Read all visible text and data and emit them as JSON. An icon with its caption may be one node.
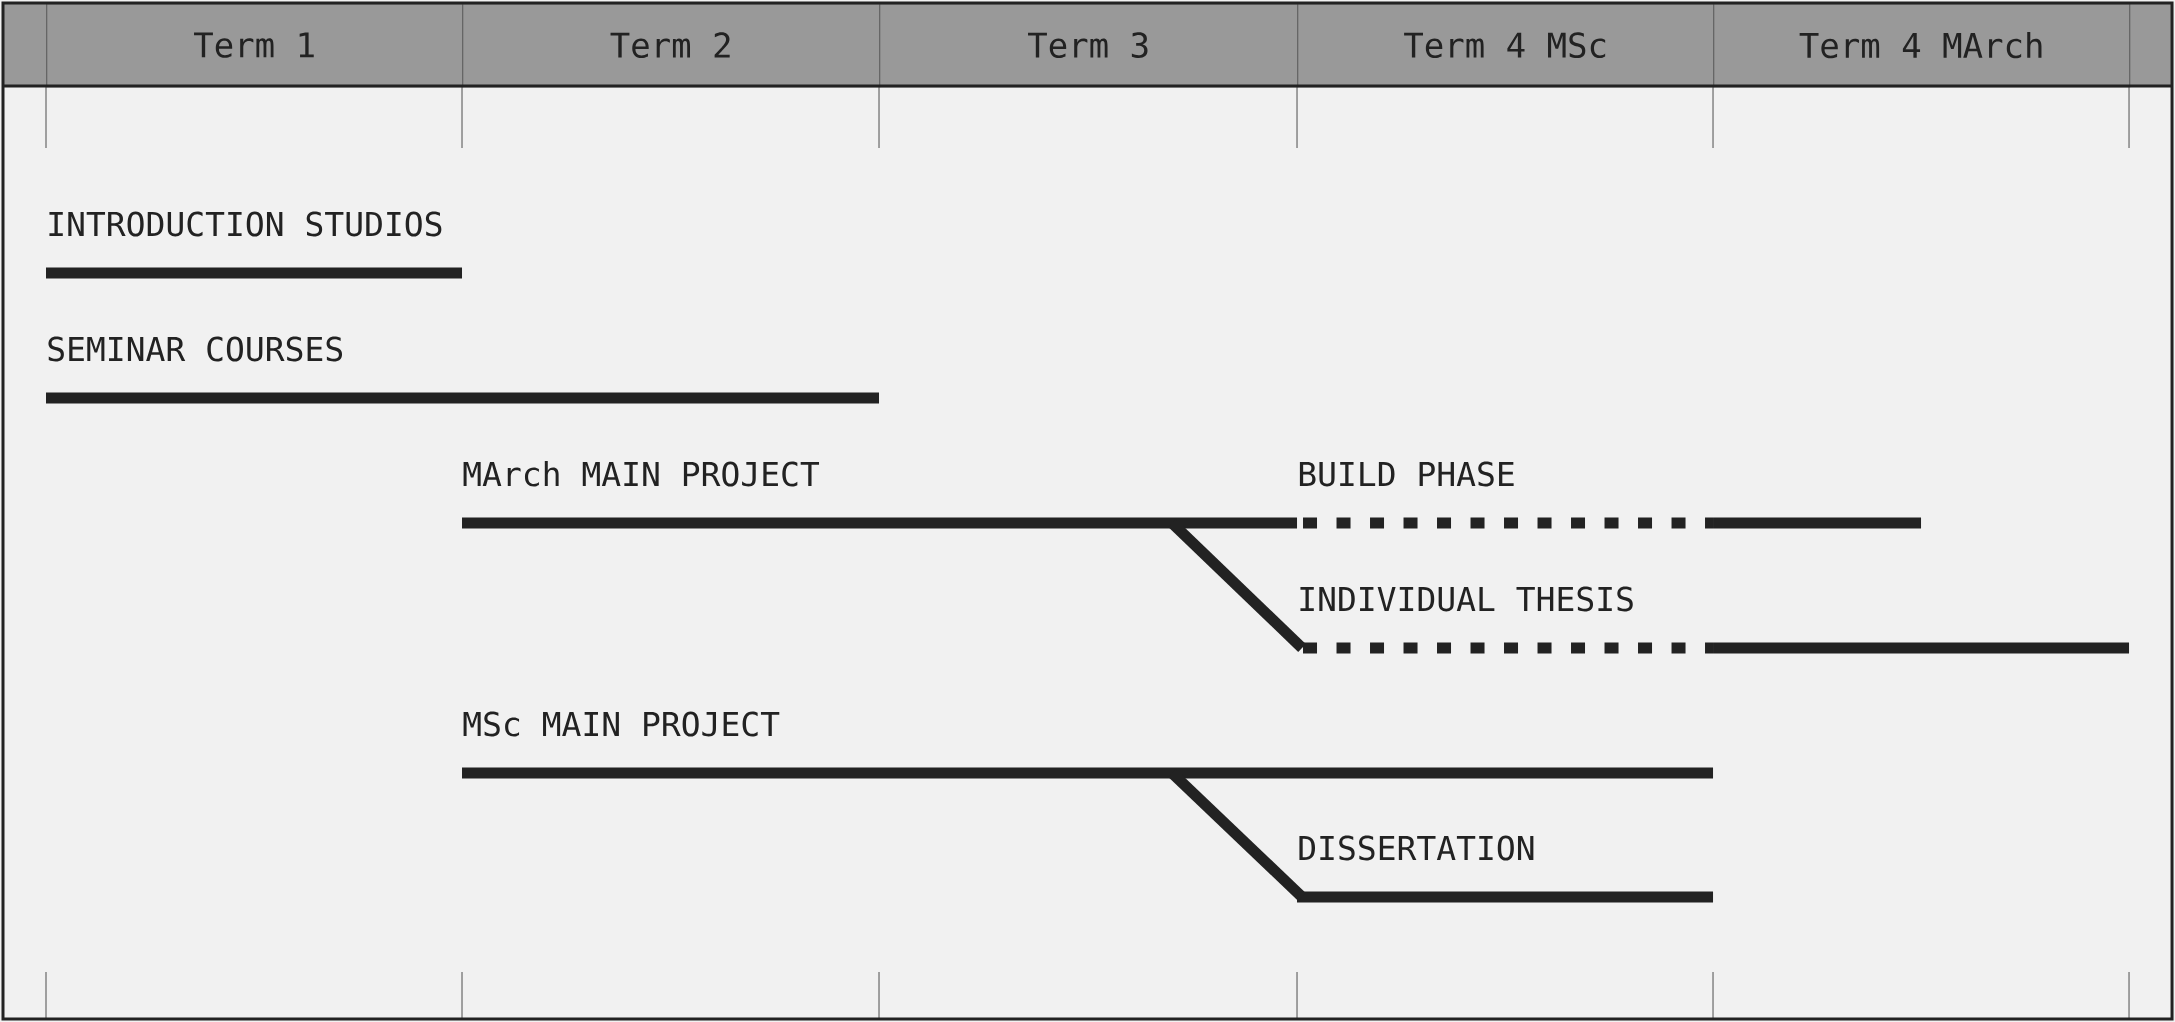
{
  "diagram": {
    "nodes": [
      {
        "text": [
          "Term 1"
        ]
      },
      {
        "text": [
          "Term 2"
        ]
      },
      {
        "text": [
          "Term 3"
        ]
      },
      {
        "text": [
          "Term 4 MSc"
        ]
      },
      {
        "text": [
          "Term 4 MArch"
        ]
      },
      {
        "text": [
          "INTRODUCTION STUDIOS"
        ]
      },
      {
        "text": [
          "SEMINAR COURSES"
        ]
      },
      {
        "text": [
          "MArch MAIN PROJECT"
        ]
      },
      {
        "text": [
          "BUILD PHASE"
        ]
      },
      {
        "text": [
          "INDIVIDUAL THESIS"
        ]
      },
      {
        "text": [
          "MSc MAIN PROJECT"
        ]
      },
      {
        "text": [
          "DISSERTATION"
        ]
      }
    ],
    "edges": [
      {
        "from": 7,
        "to": 9,
        "arrow": "none"
      },
      {
        "from": 10,
        "to": 11,
        "arrow": "none"
      }
    ]
  }
}
